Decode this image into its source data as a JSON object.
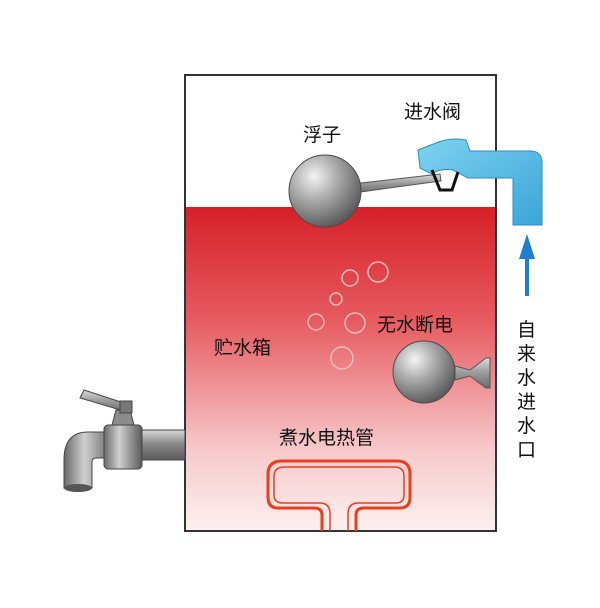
{
  "labels": {
    "float": "浮子",
    "inlet_valve": "进水阀",
    "tank": "贮水箱",
    "no_water_cutoff": "无水断电",
    "heating_tube": "煮水电热管",
    "water_inlet_vertical": [
      "自",
      "来",
      "水",
      "进",
      "水",
      "口"
    ]
  },
  "colors": {
    "water_top": "#d9202a",
    "water_bottom": "#fbe9ea",
    "heater_coil": "#e8401f",
    "inlet_pipe": "#5bbfe6",
    "arrow": "#1c7fcf",
    "metal": "#8c8c8c",
    "tank_outline": "#333333"
  },
  "icons": {
    "faucet": "faucet-icon",
    "float_ball": "float-ball-icon",
    "arrow": "arrow-up-icon"
  }
}
